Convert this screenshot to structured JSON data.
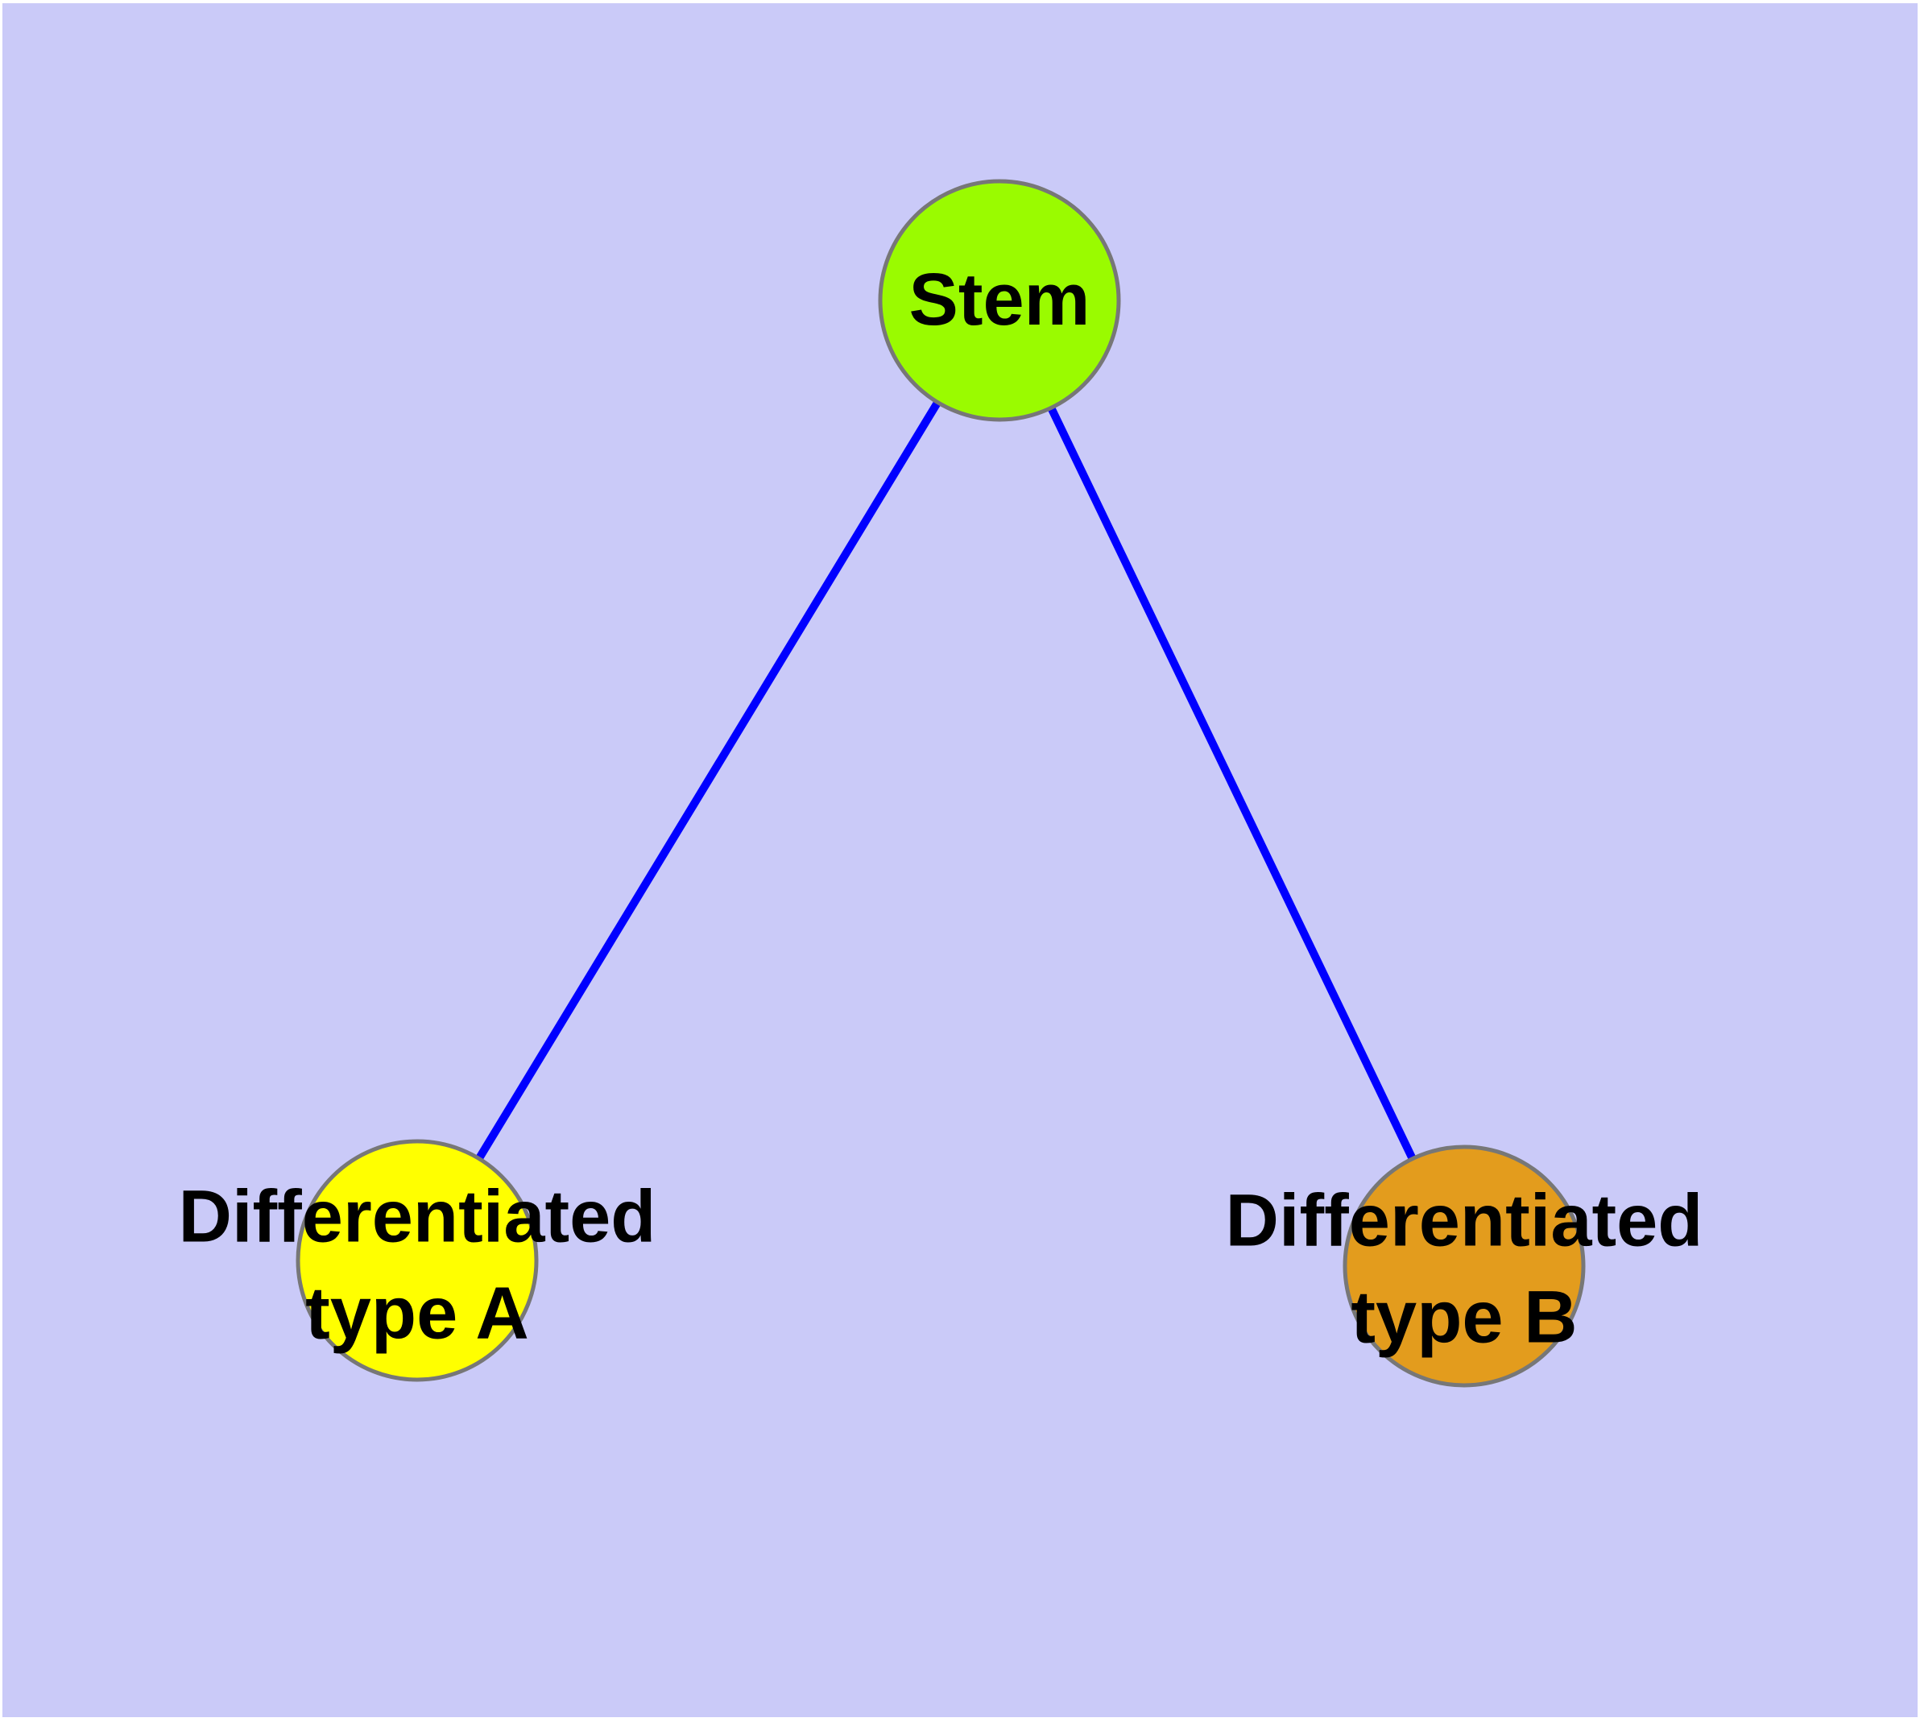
{
  "diagram": {
    "type": "graph",
    "background_color": "#cacaf8",
    "frame_color": "#ffffff",
    "edge_color": "#0000ff",
    "node_border_color": "#777777",
    "label_color": "#000000",
    "nodes": [
      {
        "id": "stem",
        "label": "Stem",
        "label_lines": [
          "Stem"
        ],
        "fill": "#9afb00"
      },
      {
        "id": "differentiated-type-a",
        "label": "Differentiated type A",
        "label_lines": [
          "Differentiated",
          "type A"
        ],
        "fill": "#ffff00"
      },
      {
        "id": "differentiated-type-b",
        "label": "Differentiated type B",
        "label_lines": [
          "Differentiated",
          "type B"
        ],
        "fill": "#e39c1d"
      }
    ],
    "edges": [
      {
        "from": "Stem",
        "to": "Differentiated type A"
      },
      {
        "from": "Stem",
        "to": "Differentiated type B"
      }
    ]
  }
}
